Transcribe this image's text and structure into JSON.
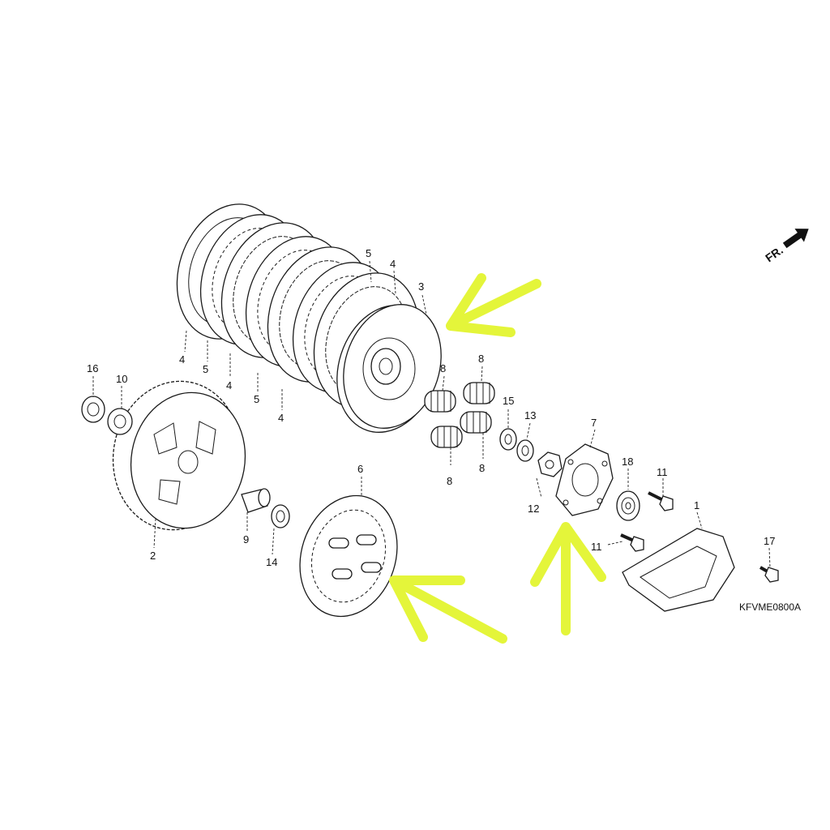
{
  "diagram": {
    "code": "KFVME0800A",
    "direction_label": "FR.",
    "highlight_color": "#e4f53a",
    "labels": [
      "4",
      "5",
      "4",
      "5",
      "4",
      "5",
      "4",
      "3",
      "8",
      "8",
      "8",
      "8",
      "15",
      "13",
      "7",
      "12",
      "18",
      "11",
      "11",
      "1",
      "17",
      "16",
      "10",
      "2",
      "9",
      "14",
      "6"
    ]
  }
}
